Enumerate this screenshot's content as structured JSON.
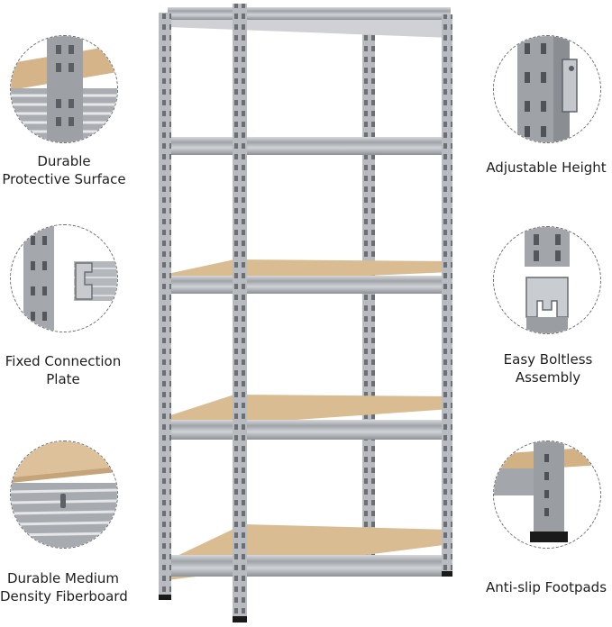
{
  "features": [
    {
      "id": "durable-protective-surface",
      "line1": "Durable",
      "line2": "Protective Surface"
    },
    {
      "id": "fixed-connection-plate",
      "line1": "Fixed Connection",
      "line2": "Plate"
    },
    {
      "id": "durable-medium-density-fiberboard",
      "line1": "Durable Medium",
      "line2": "Density Fiberboard"
    },
    {
      "id": "adjustable-height",
      "line1": "Adjustable Height",
      "line2": ""
    },
    {
      "id": "easy-boltless-assembly",
      "line1": "Easy Boltless",
      "line2": "Assembly"
    },
    {
      "id": "anti-slip-footpads",
      "line1": "Anti-slip Footpads",
      "line2": ""
    }
  ],
  "colors": {
    "steel": "#b9bcc0",
    "steel_dark": "#7d8187",
    "board": "#d9b98f",
    "board_dark": "#c49f72"
  }
}
